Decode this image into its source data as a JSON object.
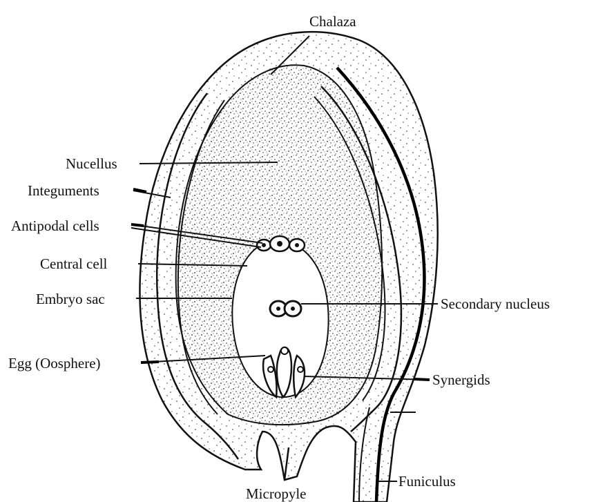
{
  "diagram": {
    "labels": {
      "chalaza": "Chalaza",
      "nucellus": "Nucellus",
      "integuments": "Integuments",
      "antipodal_cells": "Antipodal cells",
      "central_cell": "Central cell",
      "embryo_sac": "Embryo sac",
      "egg": "Egg (Oosphere)",
      "secondary_nucleus": "Secondary nucleus",
      "synergids": "Synergids",
      "funiculus": "Funiculus",
      "micropyle": "Micropyle"
    },
    "colors": {
      "ink": "#111111",
      "background": "#ffffff"
    }
  }
}
